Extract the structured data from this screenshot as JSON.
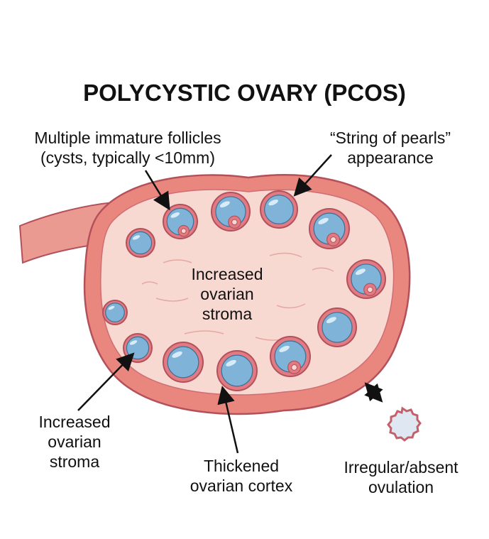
{
  "title": "POLYCYSTIC OVARY (PCOS)",
  "labels": {
    "follicles_line1": "Multiple immature follicles",
    "follicles_line2": "(cysts, typically <10mm)",
    "pearls_line1": "“String of pearls”",
    "pearls_line2": "appearance",
    "center_stroma_line1": "Increased",
    "center_stroma_line2": "ovarian",
    "center_stroma_line3": "stroma",
    "stroma_line1": "Increased",
    "stroma_line2": "ovarian",
    "stroma_line3": "stroma",
    "cortex_line1": "Thickened",
    "cortex_line2": "ovarian cortex",
    "ovulation_line1": "Irregular/absent",
    "ovulation_line2": "ovulation"
  },
  "colors": {
    "cortex": "#e9877f",
    "stroma": "#f8d9d2",
    "follicle_fill": "#7fb3d8",
    "follicle_ring": "#e17a82",
    "outline": "#b4505a"
  }
}
